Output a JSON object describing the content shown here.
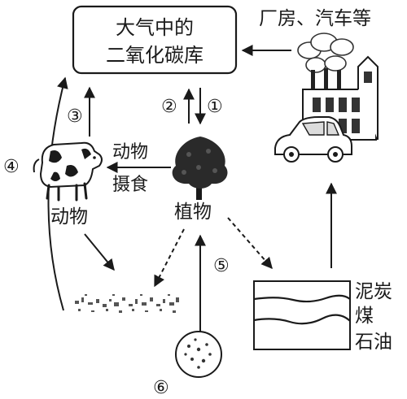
{
  "co2_box": {
    "line1": "大气中的",
    "line2": "二氧化碳库"
  },
  "factory_label": "厂房、汽车等",
  "animal_label": "动物",
  "plant_label": "植物",
  "eating_label": {
    "line1": "动物",
    "line2": "摄食"
  },
  "fossil_labels": {
    "peat": "泥炭",
    "coal": "煤",
    "oil": "石油"
  },
  "process_numbers": {
    "n1": "①",
    "n2": "②",
    "n3": "③",
    "n4": "④",
    "n5": "⑤",
    "n6": "⑥"
  },
  "icons": [
    "factory-icon",
    "car-icon",
    "cow-icon",
    "tree-icon",
    "decomposer-remains-icon",
    "microorganism-dish-icon",
    "fossil-layers-icon"
  ]
}
